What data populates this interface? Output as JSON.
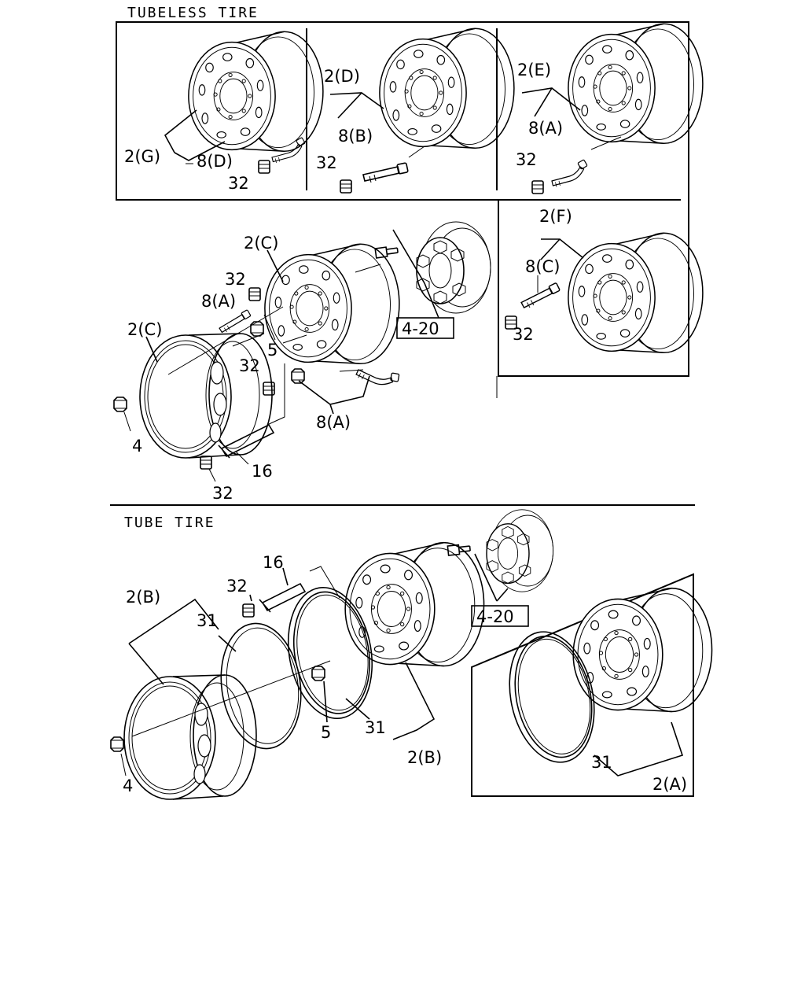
{
  "sections": {
    "tubeless": {
      "title": "TUBELESS TIRE"
    },
    "tube": {
      "title": "TUBE TIRE"
    }
  },
  "labels": {
    "g_wheel": "2(G)",
    "g_valve": "8(D)",
    "g_cap": "32",
    "d_wheel": "2(D)",
    "d_valve": "8(B)",
    "d_cap": "32",
    "e_wheel": "2(E)",
    "e_valve": "8(A)",
    "e_cap": "32",
    "f_wheel": "2(F)",
    "f_valve": "8(C)",
    "f_cap": "32",
    "c_wheel_outer": "2(C)",
    "c_wheel_inner": "2(C)",
    "c_cap_top": "32",
    "c_valve_top": "8(A)",
    "c_nut_5": "5",
    "c_cap_mid": "32",
    "c_valve_bottom": "8(A)",
    "c_nut_4": "4",
    "c_ext_16": "16",
    "c_cap_bottom": "32",
    "c_ref": "4-20",
    "b_wheel_left": "2(B)",
    "b_ring_left": "31",
    "b_cap": "32",
    "b_ext_16": "16",
    "b_nut_5": "5",
    "b_ring_mid": "31",
    "b_wheel_right": "2(B)",
    "b_nut_4": "4",
    "b_ref": "4-20",
    "a_ring": "31",
    "a_wheel": "2(A)"
  }
}
